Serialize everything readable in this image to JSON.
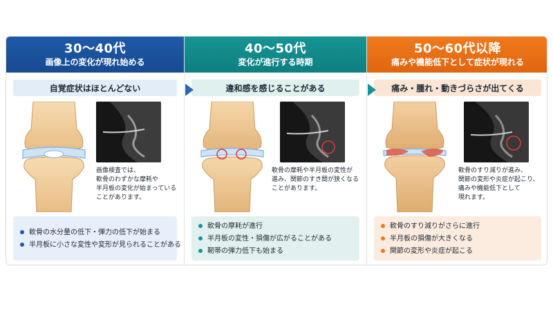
{
  "stages": [
    {
      "age": "30〜40代",
      "subtitle": "画像上の変化が現れ始める",
      "symptom": "自覚症状はほとんどない",
      "note": [
        "画像検査では、",
        "軟骨のわずかな摩耗や",
        "半月板の変化が始まっている",
        "ことがあります。"
      ],
      "bullets": [
        "軟骨の水分量の低下・弾力の低下が始まる",
        "半月板に小さな変性や変形が見られることがある"
      ],
      "accent": "#1f5aa8"
    },
    {
      "age": "40〜50代",
      "subtitle": "変化が進行する時期",
      "symptom": "違和感を感じることがある",
      "note": [
        "軟骨の摩耗や半月板の変性が",
        "進み、関節のすき間が狭くなる",
        "ことがあります。"
      ],
      "bullets": [
        "軟骨の摩耗が進行",
        "半月板の変性・損傷が広がることがある",
        "靭帯の弾力低下も始まる"
      ],
      "accent": "#169494"
    },
    {
      "age": "50〜60代以降",
      "subtitle": "痛みや機能低下として症状が現れる",
      "symptom": "痛み・腫れ・動きづらさが出てくる",
      "note": [
        "軟骨のすり減りが進み、",
        "関節の変形や炎症が起こり、",
        "痛みや機能低下として",
        "現れます。"
      ],
      "bullets": [
        "軟骨のすり減りがさらに進行",
        "半月板の損傷が大きくなる",
        "関節の変形や炎症が起こる"
      ],
      "accent": "#ef7a1c"
    }
  ]
}
